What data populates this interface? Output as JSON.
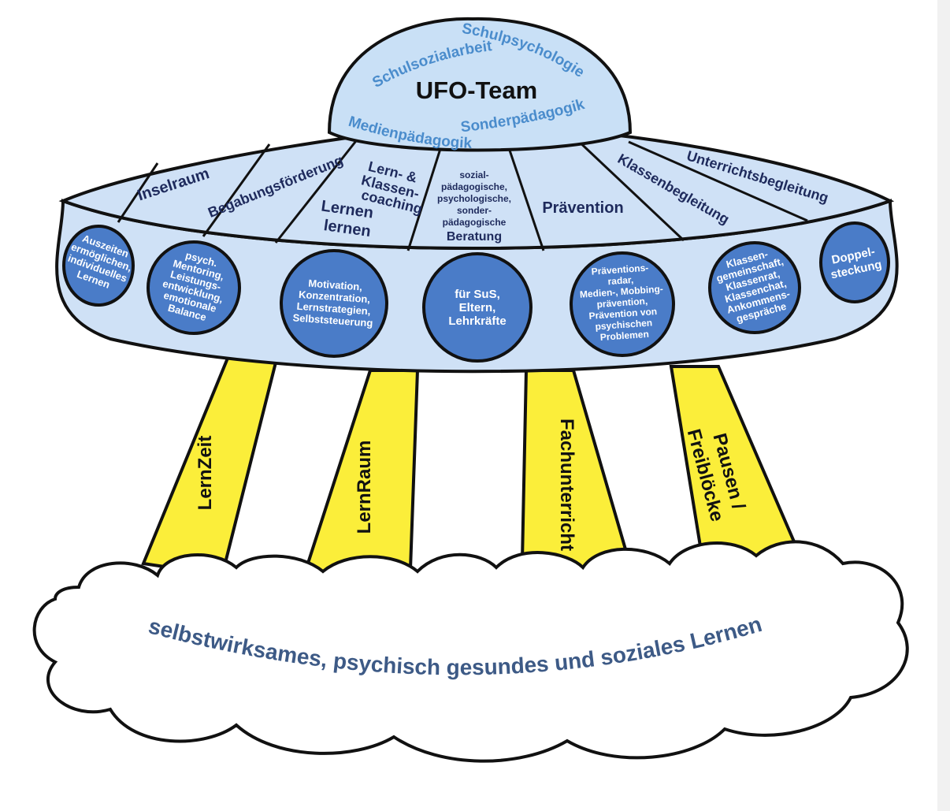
{
  "dome": {
    "title": "UFO-Team",
    "labels": {
      "schulpsychologie": "Schulpsychologie",
      "schulsozialarbeit": "Schulsozialarbeit",
      "medienpaedagogik": "Medienpädagogik",
      "sonderpaedagogik": "Sonderpädagogik"
    }
  },
  "sectors": {
    "inselraum": "Inselraum",
    "begabung": "Begabungsförderung",
    "coaching": [
      "Lern- &",
      "Klassen-",
      "coaching"
    ],
    "lernen": [
      "Lernen",
      "lernen"
    ],
    "beratung": [
      "sozial-",
      "pädagogische,",
      "psychologische,",
      "sonder-",
      "pädagogische",
      "Beratung"
    ],
    "praevention": "Prävention",
    "klassenbegleitung": "Klassenbegleitung",
    "unterrichtsbegleitung": "Unterrichtsbegleitung"
  },
  "circles": {
    "c1": [
      "Auszeiten",
      "ermöglichen,",
      "individuelles",
      "Lernen"
    ],
    "c2": [
      "psych.",
      "Mentoring,",
      "Leistungs-",
      "entwicklung,",
      "emotionale",
      "Balance"
    ],
    "c3": [
      "Motivation,",
      "Konzentration,",
      "Lernstrategien,",
      "Selbststeuerung"
    ],
    "c4": [
      "für SuS,",
      "Eltern,",
      "Lehrkräfte"
    ],
    "c5": [
      "Präventions-",
      "radar,",
      "Medien-, Mobbing-",
      "prävention,",
      "Prävention von",
      "psychischen",
      "Problemen"
    ],
    "c6": [
      "Klassen-",
      "gemeinschaft,",
      "Klassenrat,",
      "Klassenchat,",
      "Ankommens-",
      "gespräche"
    ],
    "c7": [
      "Doppel-",
      "steckung"
    ]
  },
  "beams": {
    "b1": "LernZeit",
    "b2": "LernRaum",
    "b3": "Fachunterricht",
    "b4": [
      "Pausen /",
      "Freiblöcke"
    ]
  },
  "cloud": {
    "text": "selbstwirksames, psychisch gesundes und soziales Lernen"
  },
  "colors": {
    "outline": "#111111",
    "body_fill": "#cfe1f6",
    "dome_fill": "#c9e0f6",
    "circle_fill": "#4a7cc8",
    "beam_fill": "#fbee3a",
    "cloud_fill": "#ffffff"
  }
}
